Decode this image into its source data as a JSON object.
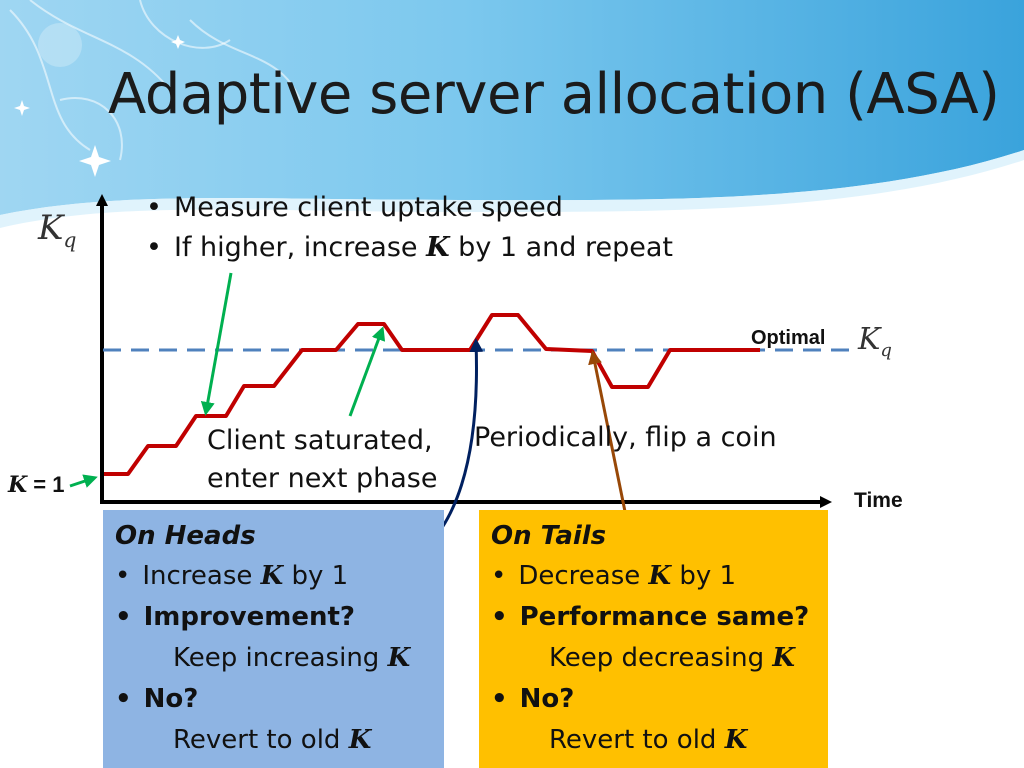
{
  "title": "Adaptive server allocation (ASA)",
  "bullets": [
    {
      "text": "Measure client uptake speed"
    },
    {
      "pre": "If higher, increase ",
      "k": "K",
      "post": " by 1 and repeat"
    }
  ],
  "axes": {
    "y_label_main": "K",
    "y_label_sub": "q",
    "x_label": "Time"
  },
  "k_start": {
    "k": "K",
    "rest": " = 1"
  },
  "optimal": {
    "label": "Optimal",
    "kq_main": "K",
    "kq_sub": "q"
  },
  "annotations": {
    "saturated_line1": "Client saturated,",
    "saturated_line2": "enter next phase",
    "coin": "Periodically, flip a coin"
  },
  "heads": {
    "title": "On Heads",
    "item1_pre": "Increase ",
    "item1_k": "K",
    "item1_post": " by 1",
    "item2": "Improvement?",
    "item2_sub_pre": "Keep increasing ",
    "item2_sub_k": "K",
    "item3": "No?",
    "item3_sub_pre": "Revert to old ",
    "item3_sub_k": "K"
  },
  "tails": {
    "title": "On Tails",
    "item1_pre": "Decrease ",
    "item1_k": "K",
    "item1_post": " by 1",
    "item2": "Performance same?",
    "item2_sub_pre": "Keep decreasing ",
    "item2_sub_k": "K",
    "item3": "No?",
    "item3_sub_pre": "Revert to old ",
    "item3_sub_k": "K"
  },
  "colors": {
    "curve": "#c00000",
    "optimal_line": "#4f81bd",
    "heads_box": "#8eb4e3",
    "tails_box": "#ffc000",
    "green_arrow": "#00b050",
    "navy_arrow": "#002060",
    "brown_arrow": "#984807"
  }
}
